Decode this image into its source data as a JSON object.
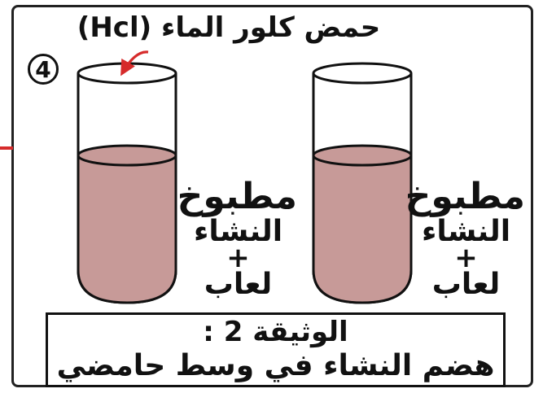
{
  "top_label": "حمض كلور الماء (Hcl)",
  "badge_number": "4",
  "tube_left": {
    "line1": "مطبوخ",
    "line2": "النشاء",
    "line3": "+",
    "line4": "لعاب"
  },
  "tube_right": {
    "line1": "مطبوخ",
    "line2": "النشاء",
    "line3": "+",
    "line4": "لعاب"
  },
  "caption": {
    "title": "الوثيقة 2 :",
    "subtitle": "هضم النشاء في وسط حامضي"
  },
  "colors": {
    "liquid": "#c79a98",
    "liquid_shadow": "#b98b89",
    "arrow": "#d62b2b",
    "outline": "#111111"
  }
}
